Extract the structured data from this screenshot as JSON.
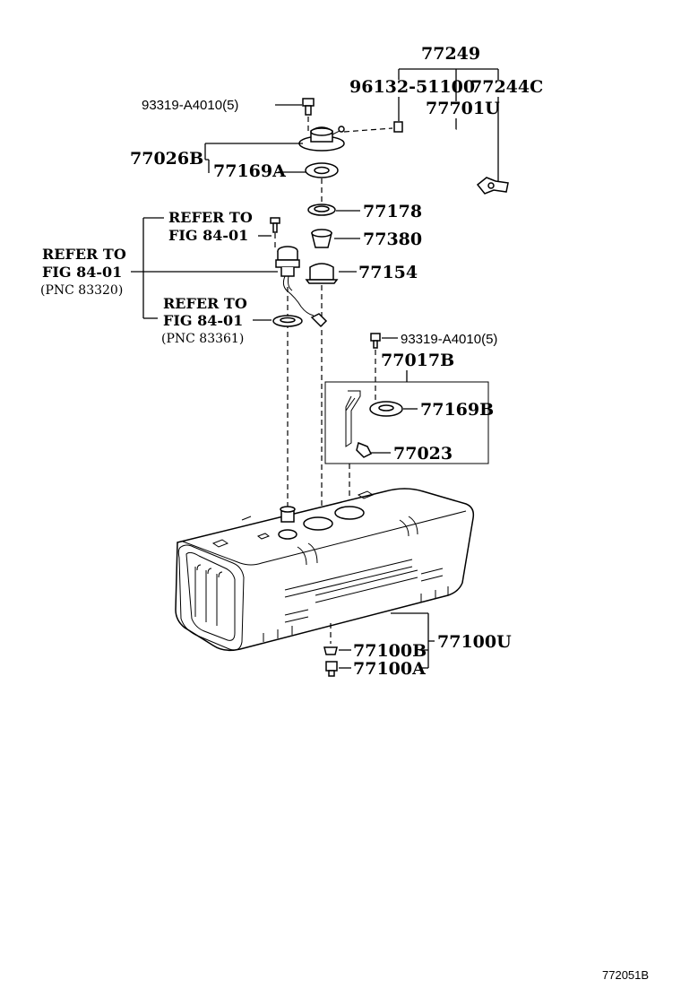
{
  "labels": {
    "p77249": "77249",
    "p96132": "96132-51100",
    "p77244c": "77244C",
    "p77701u": "77701U",
    "p93319_top": "93319-A4010(5)",
    "p77026b": "77026B",
    "p77169a": "77169A",
    "p77178": "77178",
    "p77380": "77380",
    "p77154": "77154",
    "p93319_mid": "93319-A4010(5)",
    "p77017b": "77017B",
    "p77169b": "77169B",
    "p77023": "77023",
    "p77100b": "77100B",
    "p77100a": "77100A",
    "p77100u": "77100U"
  },
  "refs": {
    "ref1_line1": "REFER TO",
    "ref1_line2": "FIG 84-01",
    "ref2_line1": "REFER TO",
    "ref2_line2": "FIG 84-01",
    "ref2_line3": "(PNC 83320)",
    "ref3_line1": "REFER TO",
    "ref3_line2": "FIG 84-01",
    "ref3_line3": "(PNC 83361)"
  },
  "figure_code": "772051B"
}
